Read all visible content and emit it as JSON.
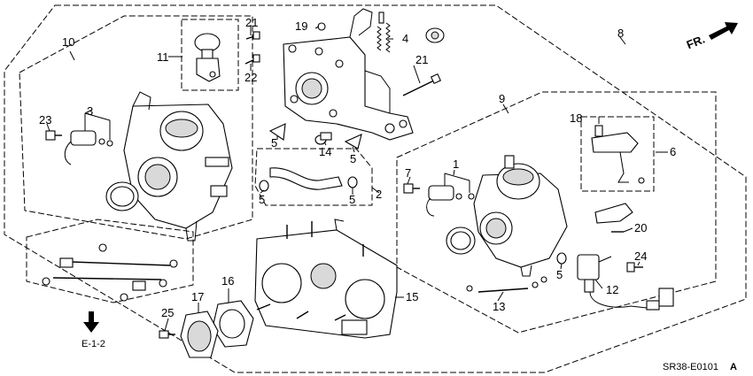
{
  "callouts": [
    {
      "id": "c1",
      "label": "1"
    },
    {
      "id": "c2",
      "label": "2"
    },
    {
      "id": "c3",
      "label": "3"
    },
    {
      "id": "c4",
      "label": "4"
    },
    {
      "id": "c5a",
      "label": "5"
    },
    {
      "id": "c5b",
      "label": "5"
    },
    {
      "id": "c5c",
      "label": "5"
    },
    {
      "id": "c5d",
      "label": "5"
    },
    {
      "id": "c5e",
      "label": "5"
    },
    {
      "id": "c6",
      "label": "6"
    },
    {
      "id": "c7",
      "label": "7"
    },
    {
      "id": "c8",
      "label": "8"
    },
    {
      "id": "c9",
      "label": "9"
    },
    {
      "id": "c10",
      "label": "10"
    },
    {
      "id": "c11",
      "label": "11"
    },
    {
      "id": "c12",
      "label": "12"
    },
    {
      "id": "c13",
      "label": "13"
    },
    {
      "id": "c14",
      "label": "14"
    },
    {
      "id": "c15",
      "label": "15"
    },
    {
      "id": "c16",
      "label": "16"
    },
    {
      "id": "c17",
      "label": "17"
    },
    {
      "id": "c18",
      "label": "18"
    },
    {
      "id": "c19",
      "label": "19"
    },
    {
      "id": "c20",
      "label": "20"
    },
    {
      "id": "c21a",
      "label": "21"
    },
    {
      "id": "c21b",
      "label": "21"
    },
    {
      "id": "c22",
      "label": "22"
    },
    {
      "id": "c23",
      "label": "23"
    },
    {
      "id": "c24",
      "label": "24"
    },
    {
      "id": "c25",
      "label": "25"
    }
  ],
  "direction_label": "FR.",
  "reference_label": "E-1-2",
  "diagram_code": "SR38-E0101",
  "diagram_revision": "A",
  "colors": {
    "ink": "#000000",
    "paper": "#ffffff"
  }
}
